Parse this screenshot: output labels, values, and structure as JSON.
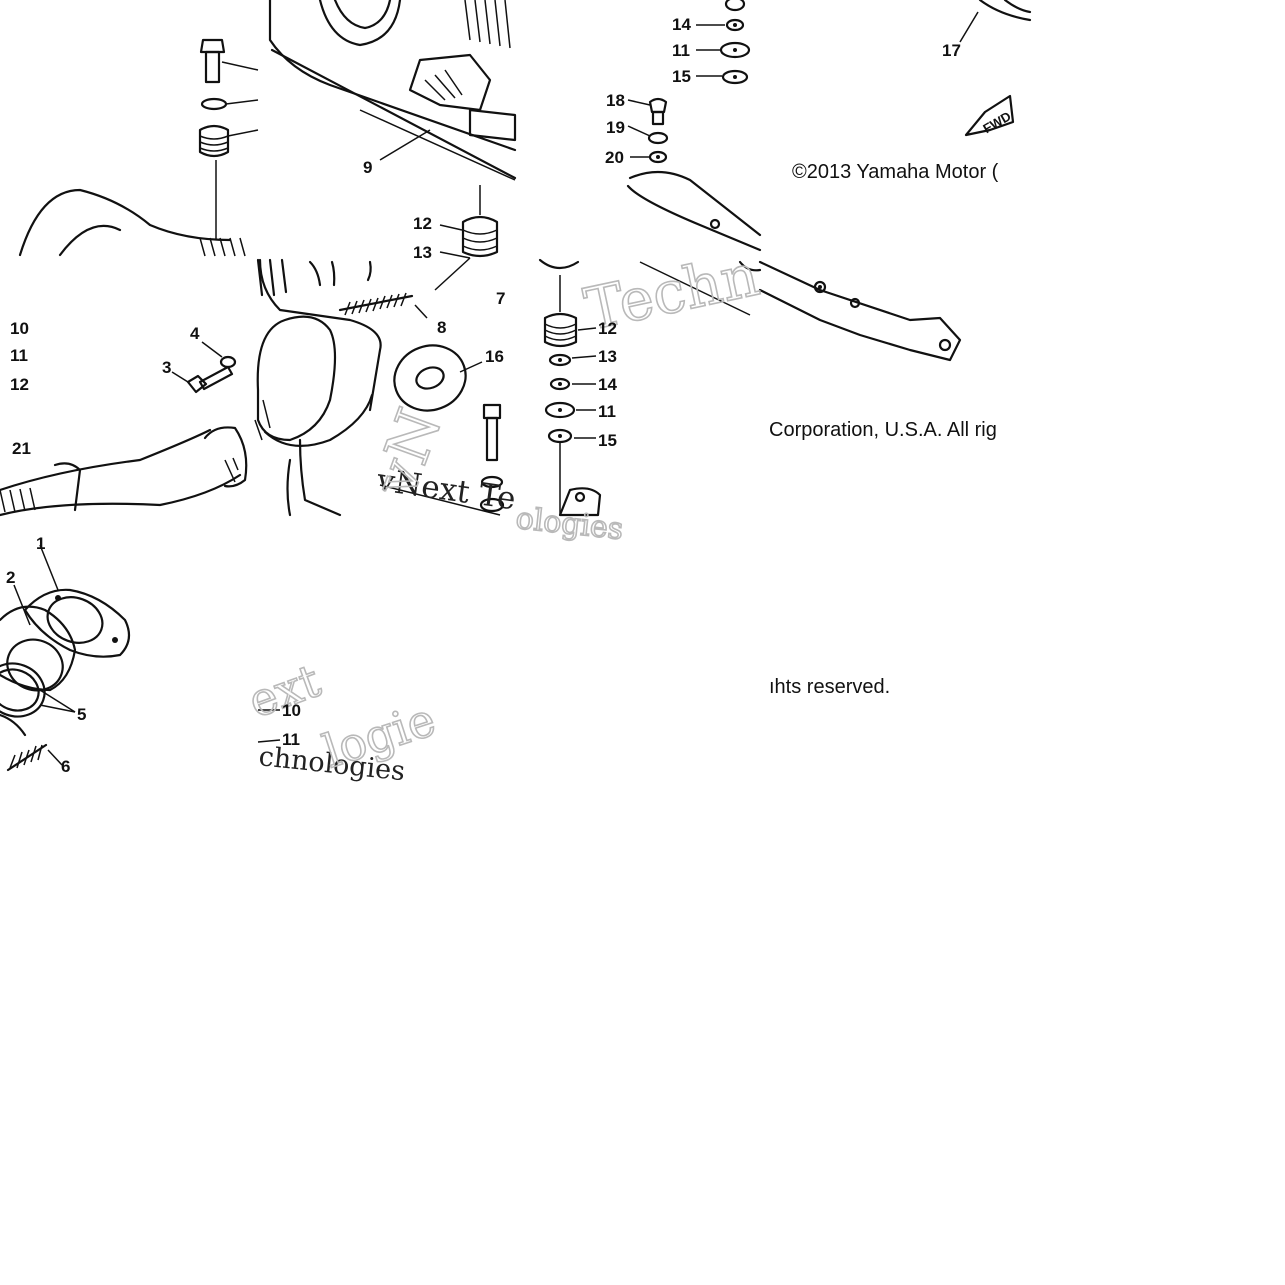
{
  "copyright": {
    "line1": "©2013 Yamaha Motor (",
    "line2": "Corporation, U.S.A. All rig",
    "line3": "ıhts reserved."
  },
  "badge": {
    "fwd": "FWD"
  },
  "watermark": {
    "tile1": "vNext Te",
    "tile2": "ologies",
    "tile3": "Techn",
    "tile4": "ext",
    "tile5": "chnologies",
    "tile6": "logie"
  },
  "callouts": {
    "t_7": "7",
    "t_8": "8",
    "t_9": "9",
    "t_12": "12",
    "t_13": "13",
    "t_16": "16",
    "t_14": "14",
    "t_11": "11",
    "t_15": "15",
    "t_18": "18",
    "t_19": "19",
    "t_20": "20",
    "t_17": "17",
    "l_10": "10",
    "l_11": "11",
    "l_12": "12",
    "l_21": "21",
    "l_3": "3",
    "l_4": "4",
    "m_12": "12",
    "m_13": "13",
    "m_14": "14",
    "m_11": "11",
    "m_15": "15",
    "b_1": "1",
    "b_2": "2",
    "b_5": "5",
    "b_6": "6",
    "b_10": "10",
    "b_11": "11"
  }
}
